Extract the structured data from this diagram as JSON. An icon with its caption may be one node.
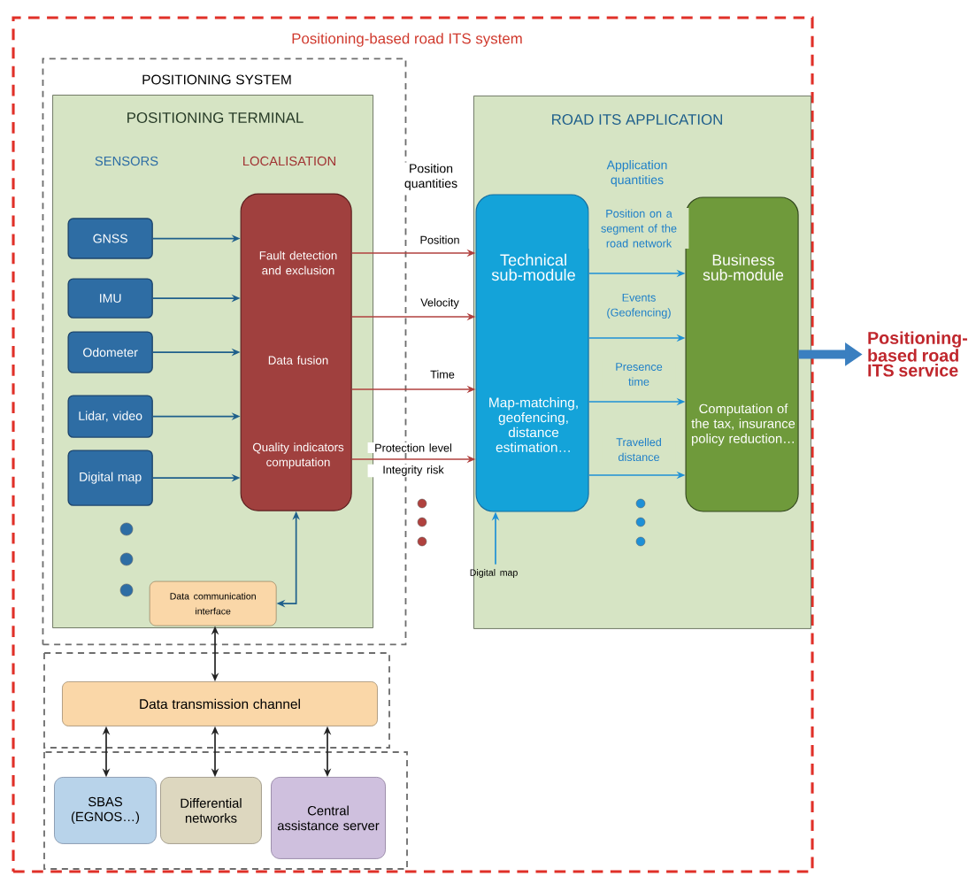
{
  "diagram": {
    "nodes": [
      {
        "text": [
          "Positioning-based road ITS system"
        ]
      },
      {
        "text": [
          "POSITIONING SYSTEM"
        ],
        "in": 0
      },
      {
        "text": [
          "POSITIONING TERMINAL",
          "SENSORS",
          "LOCALISATION"
        ],
        "in": 1
      },
      {
        "text": [
          "GNSS"
        ],
        "in": 2
      },
      {
        "text": [
          "IMU"
        ],
        "in": 2
      },
      {
        "text": [
          "Odometer"
        ],
        "in": 2
      },
      {
        "text": [
          "Lidar, video"
        ],
        "in": 2
      },
      {
        "text": [
          "Digital map"
        ],
        "in": 2
      },
      {
        "text": [
          "Fault detection and exclusion",
          "Data fusion",
          "Quality indicators computation"
        ],
        "in": 2
      },
      {
        "text": [
          "Data communication interface"
        ],
        "in": 2
      },
      {
        "text": [
          "Data transmission channel"
        ],
        "in": 0
      },
      {
        "text": [
          "SBAS (EGNOS…)"
        ],
        "in": 0
      },
      {
        "text": [
          "Differential networks"
        ],
        "in": 0
      },
      {
        "text": [
          "Central assistance server"
        ],
        "in": 0
      },
      {
        "text": [
          "ROAD ITS APPLICATION",
          "Application quantities"
        ],
        "in": 0
      },
      {
        "text": [
          "Technical sub-module",
          "Map-matching, geofencing, distance estimation…"
        ],
        "in": 14
      },
      {
        "text": [
          "Business sub-module",
          "Computation of the tax, insurance policy reduction…"
        ],
        "in": 14
      },
      {
        "text": [
          "Digital map"
        ],
        "in": 14
      },
      {
        "text": [
          "Positioning-based road ITS service"
        ]
      }
    ],
    "edges": [
      {
        "from": 3,
        "to": 8,
        "arrow": "to"
      },
      {
        "from": 4,
        "to": 8,
        "arrow": "to"
      },
      {
        "from": 5,
        "to": 8,
        "arrow": "to"
      },
      {
        "from": 6,
        "to": 8,
        "arrow": "to"
      },
      {
        "from": 7,
        "to": 8,
        "arrow": "to"
      },
      {
        "from": 8,
        "to": 15,
        "arrow": "to",
        "label": "Position",
        "color": "#b0413e"
      },
      {
        "from": 8,
        "to": 15,
        "arrow": "to",
        "label": "Velocity",
        "color": "#b0413e"
      },
      {
        "from": 8,
        "to": 15,
        "arrow": "to",
        "label": "Time",
        "color": "#b0413e"
      },
      {
        "from": 8,
        "to": 15,
        "arrow": "to",
        "label": "Protection level",
        "color": "#b0413e"
      },
      {
        "from": 15,
        "to": 16,
        "arrow": "to",
        "label": "Position on a segment of the road network",
        "color": "#1e90d6"
      },
      {
        "from": 15,
        "to": 16,
        "arrow": "to",
        "label": "Events (Geofencing)",
        "color": "#1e90d6"
      },
      {
        "from": 15,
        "to": 16,
        "arrow": "to",
        "label": "Presence time",
        "color": "#1e90d6"
      },
      {
        "from": 15,
        "to": 16,
        "arrow": "to",
        "label": "Travelled distance",
        "color": "#1e90d6"
      },
      {
        "from": 8,
        "to": 9,
        "arrow": "both"
      },
      {
        "from": 9,
        "to": 10,
        "arrow": "both",
        "color": "#222222"
      },
      {
        "from": 10,
        "to": 11,
        "arrow": "both",
        "color": "#222222"
      },
      {
        "from": 10,
        "to": 12,
        "arrow": "both",
        "color": "#222222"
      },
      {
        "from": 10,
        "to": 13,
        "arrow": "both",
        "color": "#222222"
      },
      {
        "from": 17,
        "to": 15,
        "arrow": "to",
        "color": "#1e90d6"
      },
      {
        "from": 16,
        "to": 18,
        "arrow": "to",
        "style": "thick",
        "color": "#3a7fc0"
      }
    ],
    "labels": [
      "Position quantities",
      "Integrity risk"
    ]
  }
}
